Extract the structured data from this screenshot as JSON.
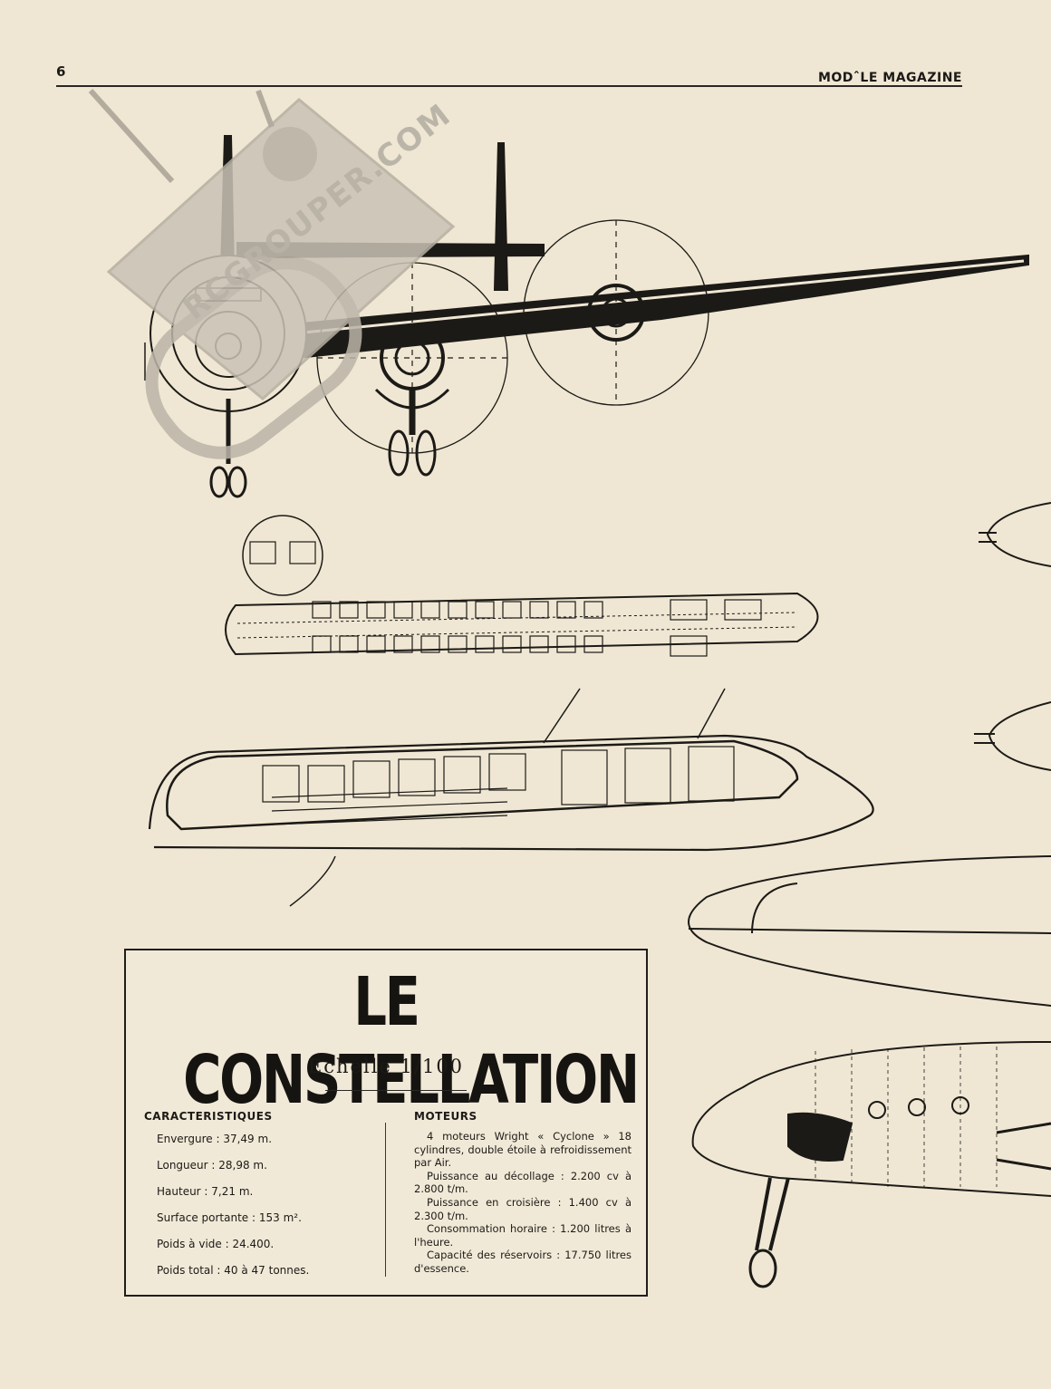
{
  "header": {
    "page_number": "6",
    "magazine_name": "MODˆLE MAGAZINE"
  },
  "watermark": {
    "text": "RCGROUPER.COM"
  },
  "title": "LE CONSTELLATION",
  "subtitle": "Echelle 1/100",
  "specs": {
    "heading": "CARACTERISTIQUES",
    "items": [
      "Envergure : 37,49 m.",
      "Longueur : 28,98 m.",
      "Hauteur : 7,21 m.",
      "Surface portante : 153 m².",
      "Poids à vide : 24.400.",
      "Poids total : 40 à 47 tonnes."
    ]
  },
  "engines": {
    "heading": "MOTEURS",
    "paragraphs": [
      "4 moteurs Wright « Cyclone » 18 cylindres, double étoile à refroidissement par Air.",
      "Puissance au décollage : 2.200 cv à 2.800 t/m.",
      "Puissance en croisière : 1.400 cv à 2.300 t/m.",
      "Consommation horaire : 1.200 litres à l'heure.",
      "Capacité des réservoirs : 17.750 litres d'essence."
    ]
  }
}
